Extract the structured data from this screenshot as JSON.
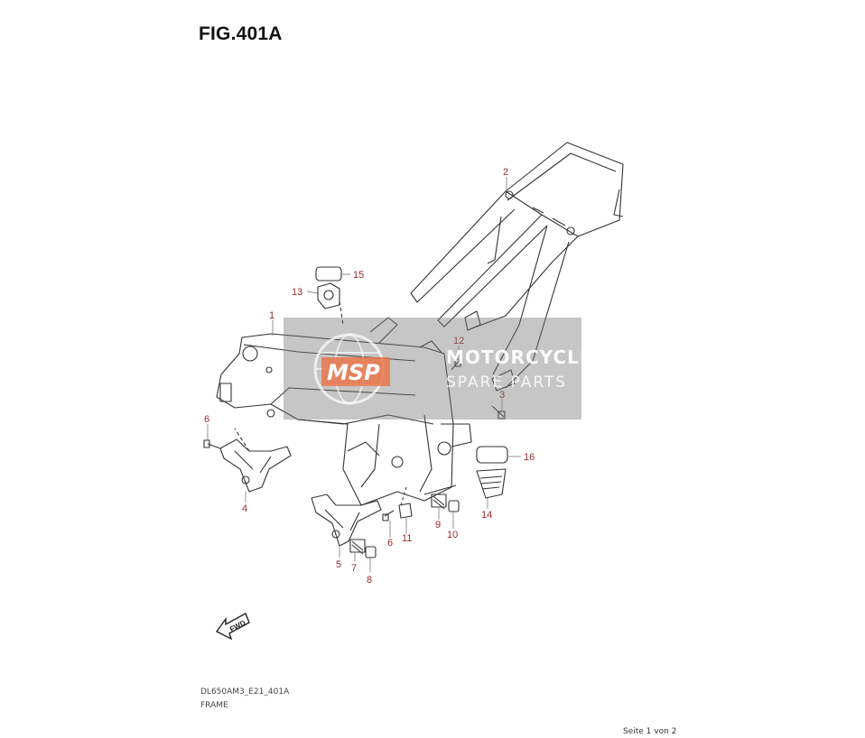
{
  "figure": {
    "title": "FIG.401A"
  },
  "callouts": [
    "1",
    "2",
    "3",
    "4",
    "5",
    "6",
    "6",
    "7",
    "8",
    "9",
    "10",
    "11",
    "12",
    "13",
    "14",
    "15",
    "16"
  ],
  "fwd_label": "FWD",
  "watermark": {
    "brand": "MSP",
    "line1": "MOTORCYCLE",
    "line2": "SPARE PARTS"
  },
  "footer": {
    "code": "DL650AM3_E21_401A",
    "description": "FRAME",
    "page": "Seite 1 von 2"
  },
  "colors": {
    "callout": "#9a2a2a",
    "line": "#333333",
    "watermark_accent": "#e8754a"
  }
}
